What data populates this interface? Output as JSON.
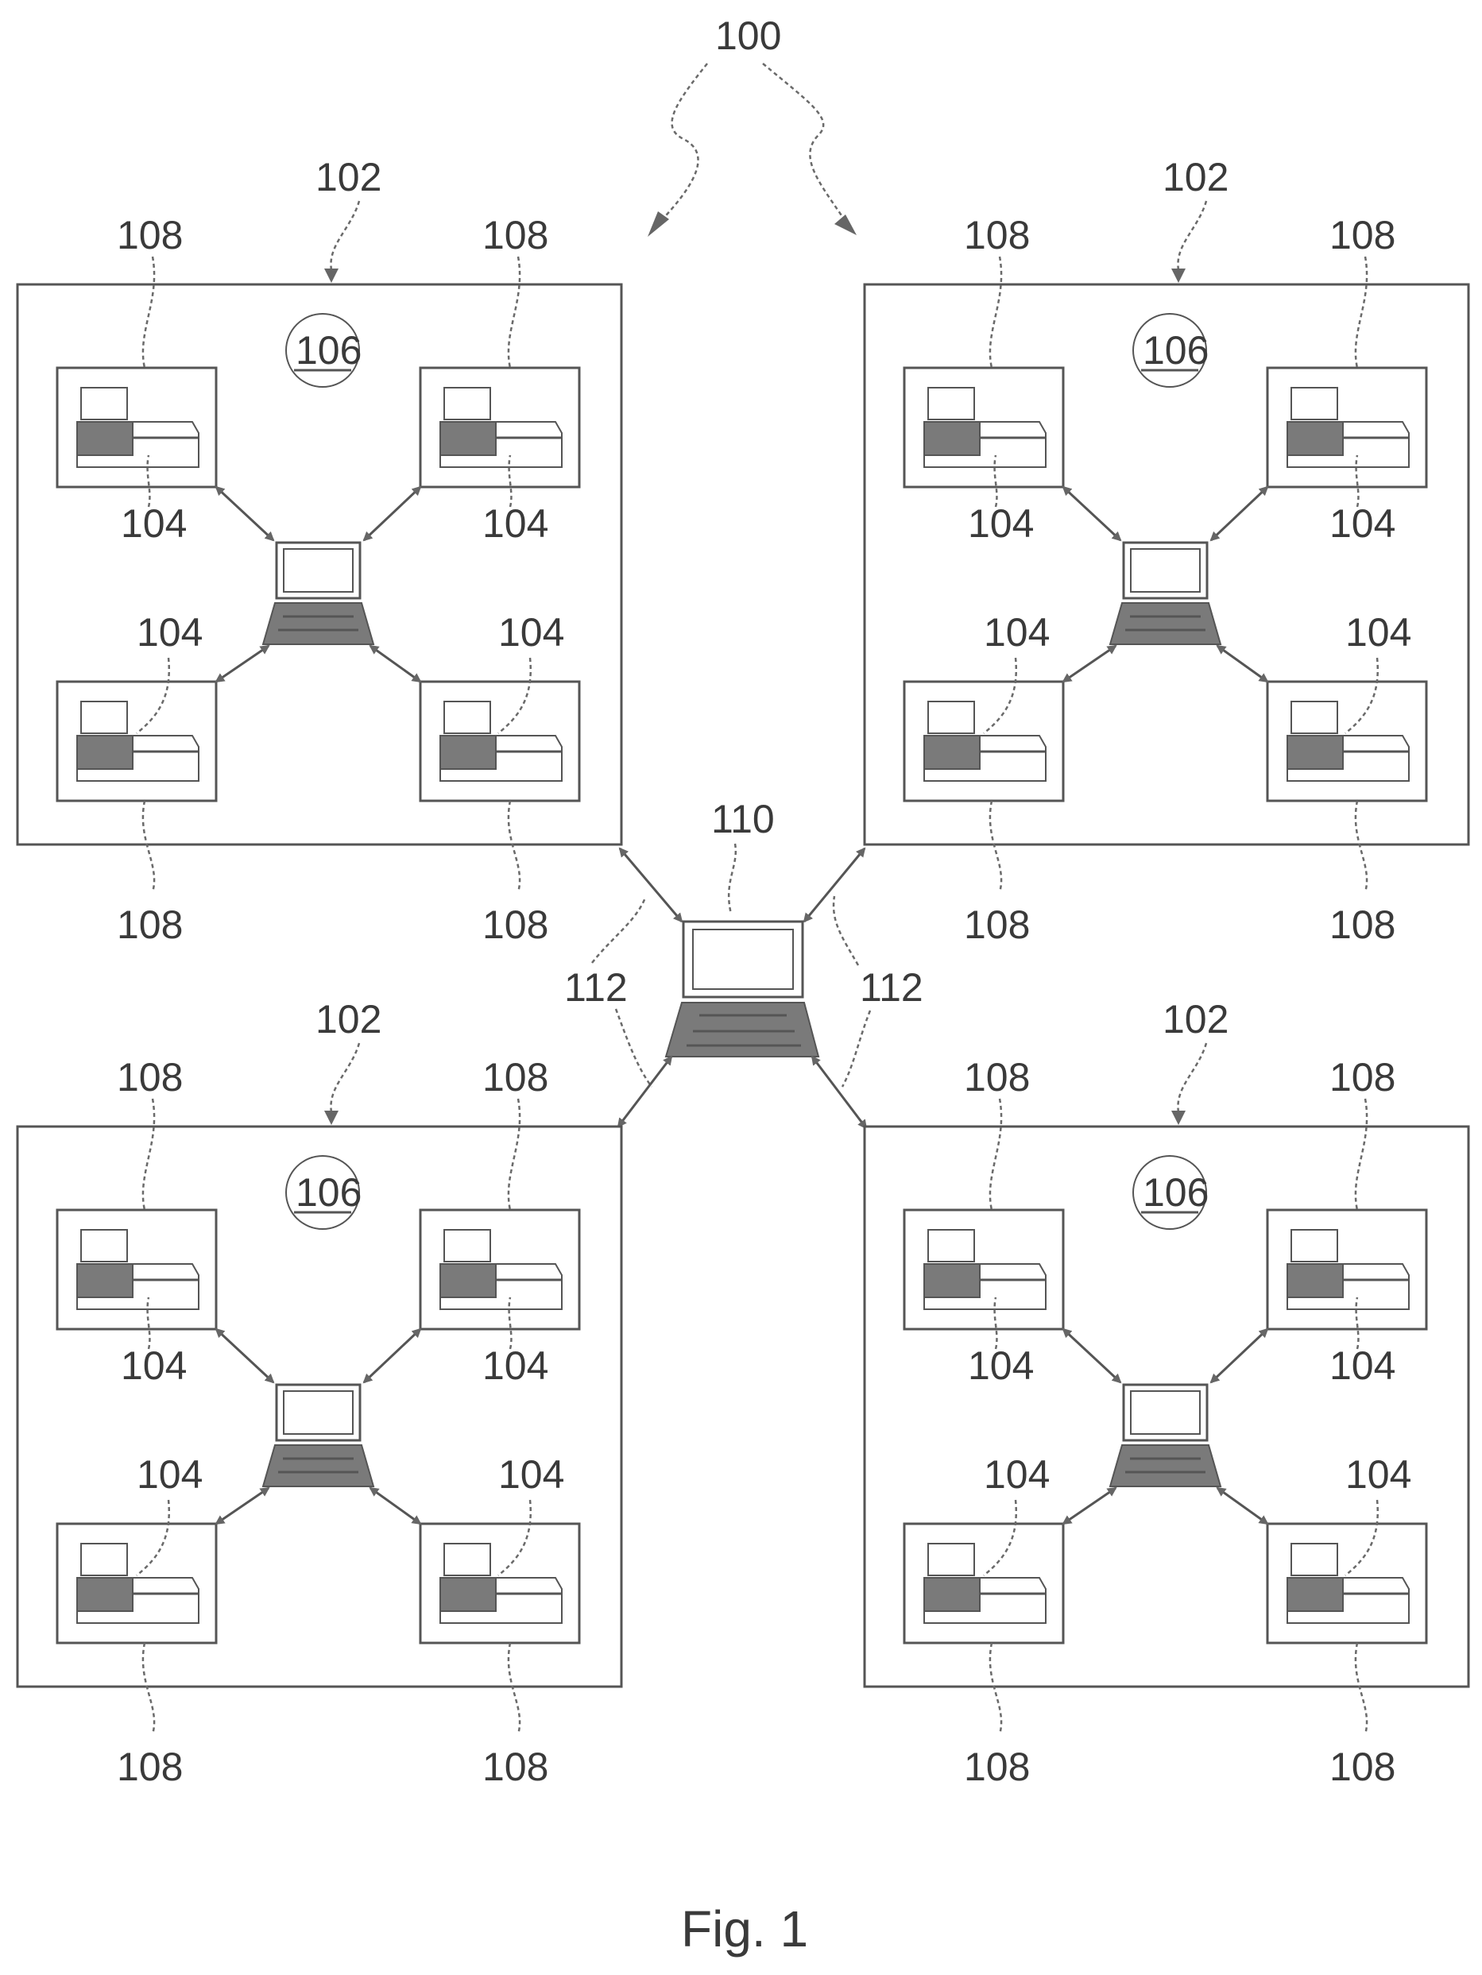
{
  "labels": {
    "system": "100",
    "site": "102",
    "instrument": "104",
    "site_marker": "106",
    "workstation": "108",
    "central_server": "110",
    "connection": "112"
  },
  "caption": "Fig. 1"
}
